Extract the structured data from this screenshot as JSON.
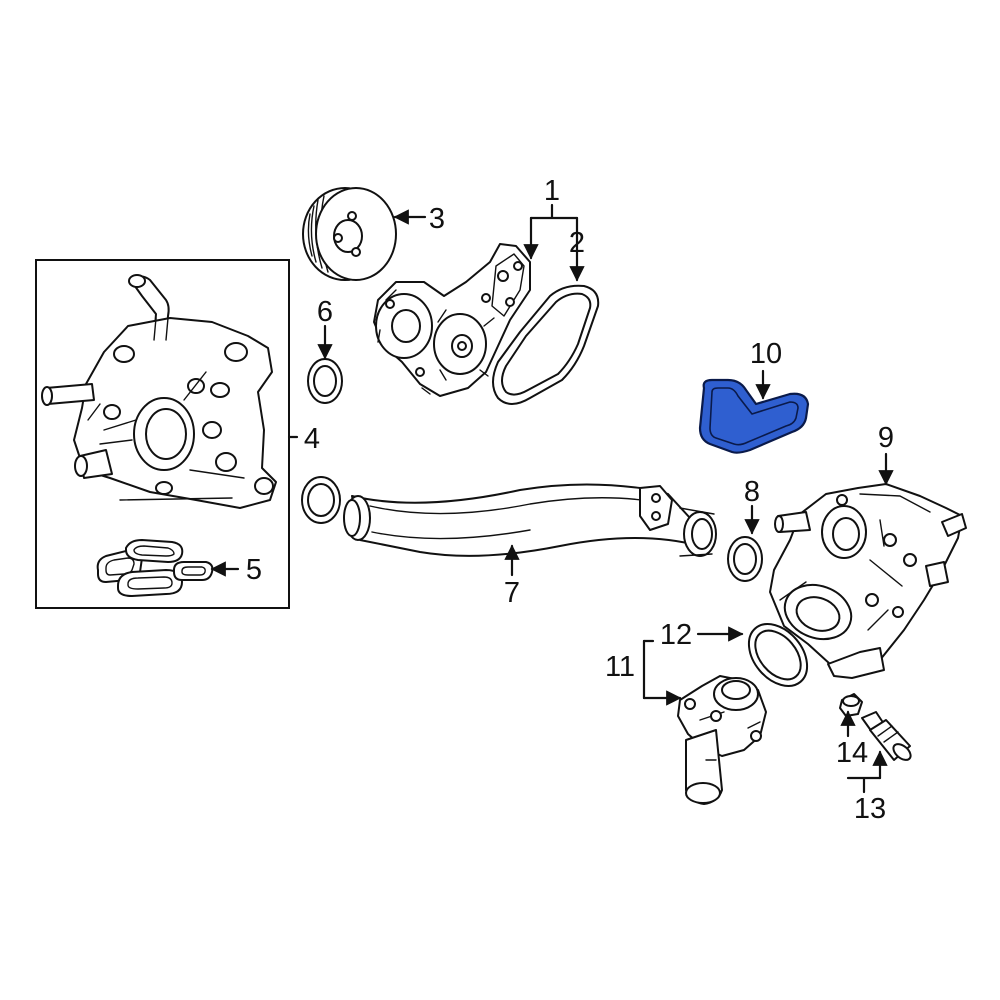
{
  "diagram": {
    "highlight_color": "#2f5fd0",
    "highlight_stroke": "#0a1a4a",
    "line_color": "#111111",
    "callouts": {
      "c1": "1",
      "c2": "2",
      "c3": "3",
      "c4": "4",
      "c5": "5",
      "c6": "6",
      "c7": "7",
      "c8": "8",
      "c9": "9",
      "c10": "10",
      "c11": "11",
      "c12": "12",
      "c13": "13",
      "c14": "14"
    }
  }
}
